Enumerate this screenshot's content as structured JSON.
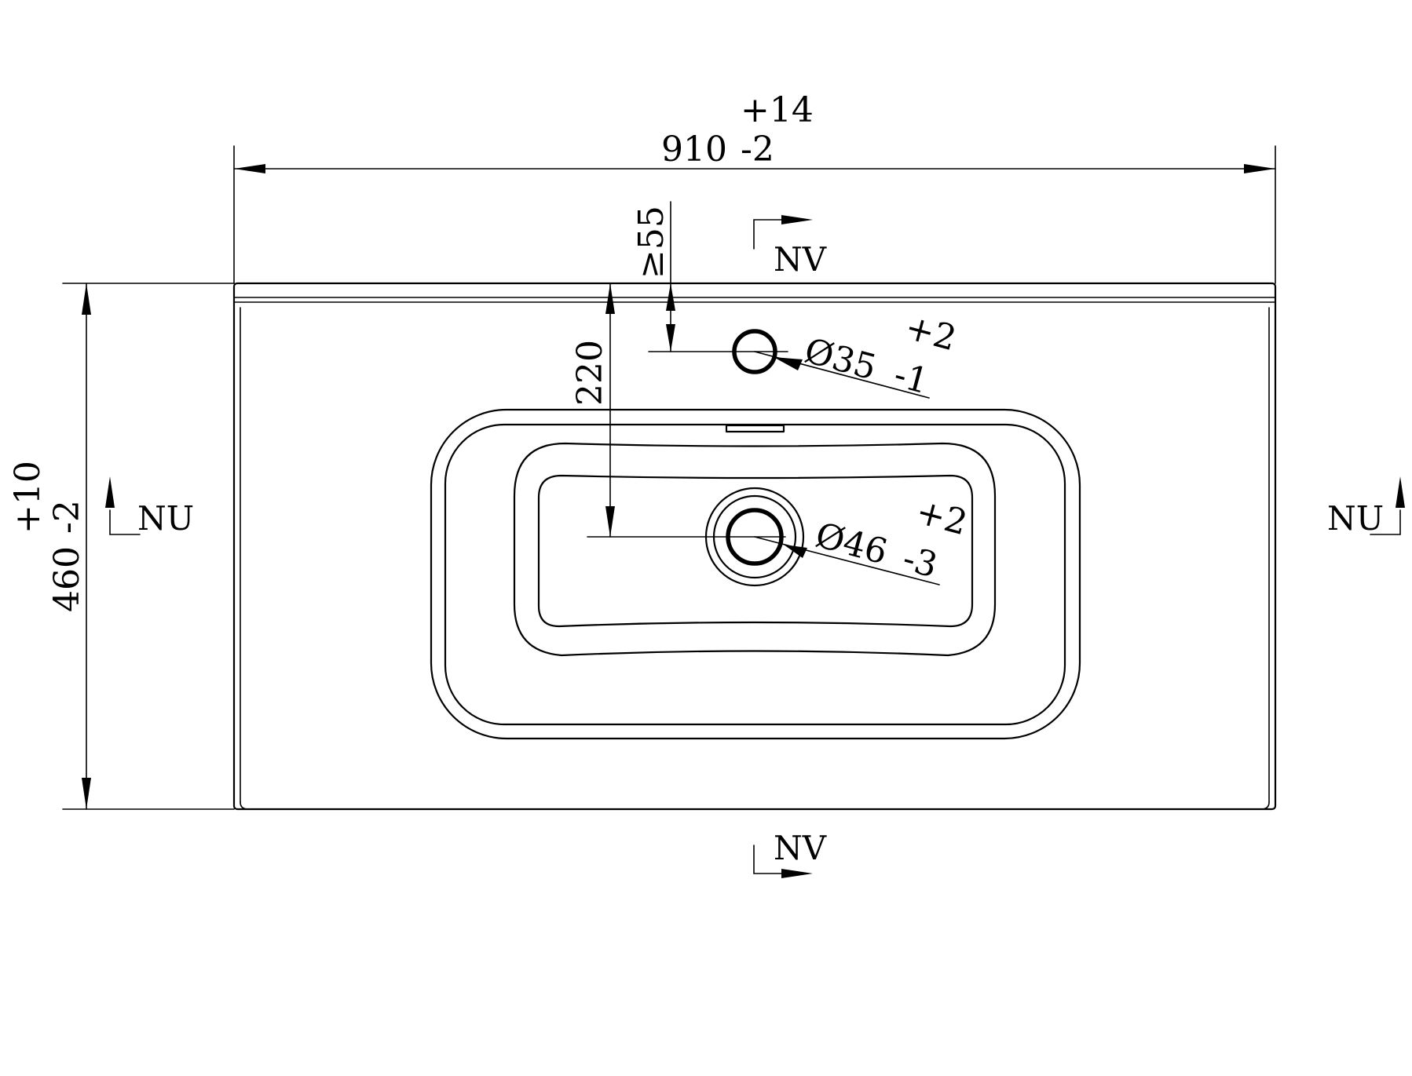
{
  "width_dim": {
    "nominal": "910",
    "upper": "+14",
    "lower": "-2"
  },
  "depth_dim": {
    "nominal": "460",
    "upper": "+10",
    "lower": "-2"
  },
  "tap_hole": {
    "diameter": "Ø35",
    "upper": "+2",
    "lower": "-1",
    "edge_distance": "≥55"
  },
  "drain_hole": {
    "diameter": "Ø46",
    "upper": "+2",
    "lower": "-3",
    "distance": "220"
  },
  "section_marks": {
    "top": "NV",
    "bottom": "NV",
    "left": "NU",
    "right": "NU"
  }
}
